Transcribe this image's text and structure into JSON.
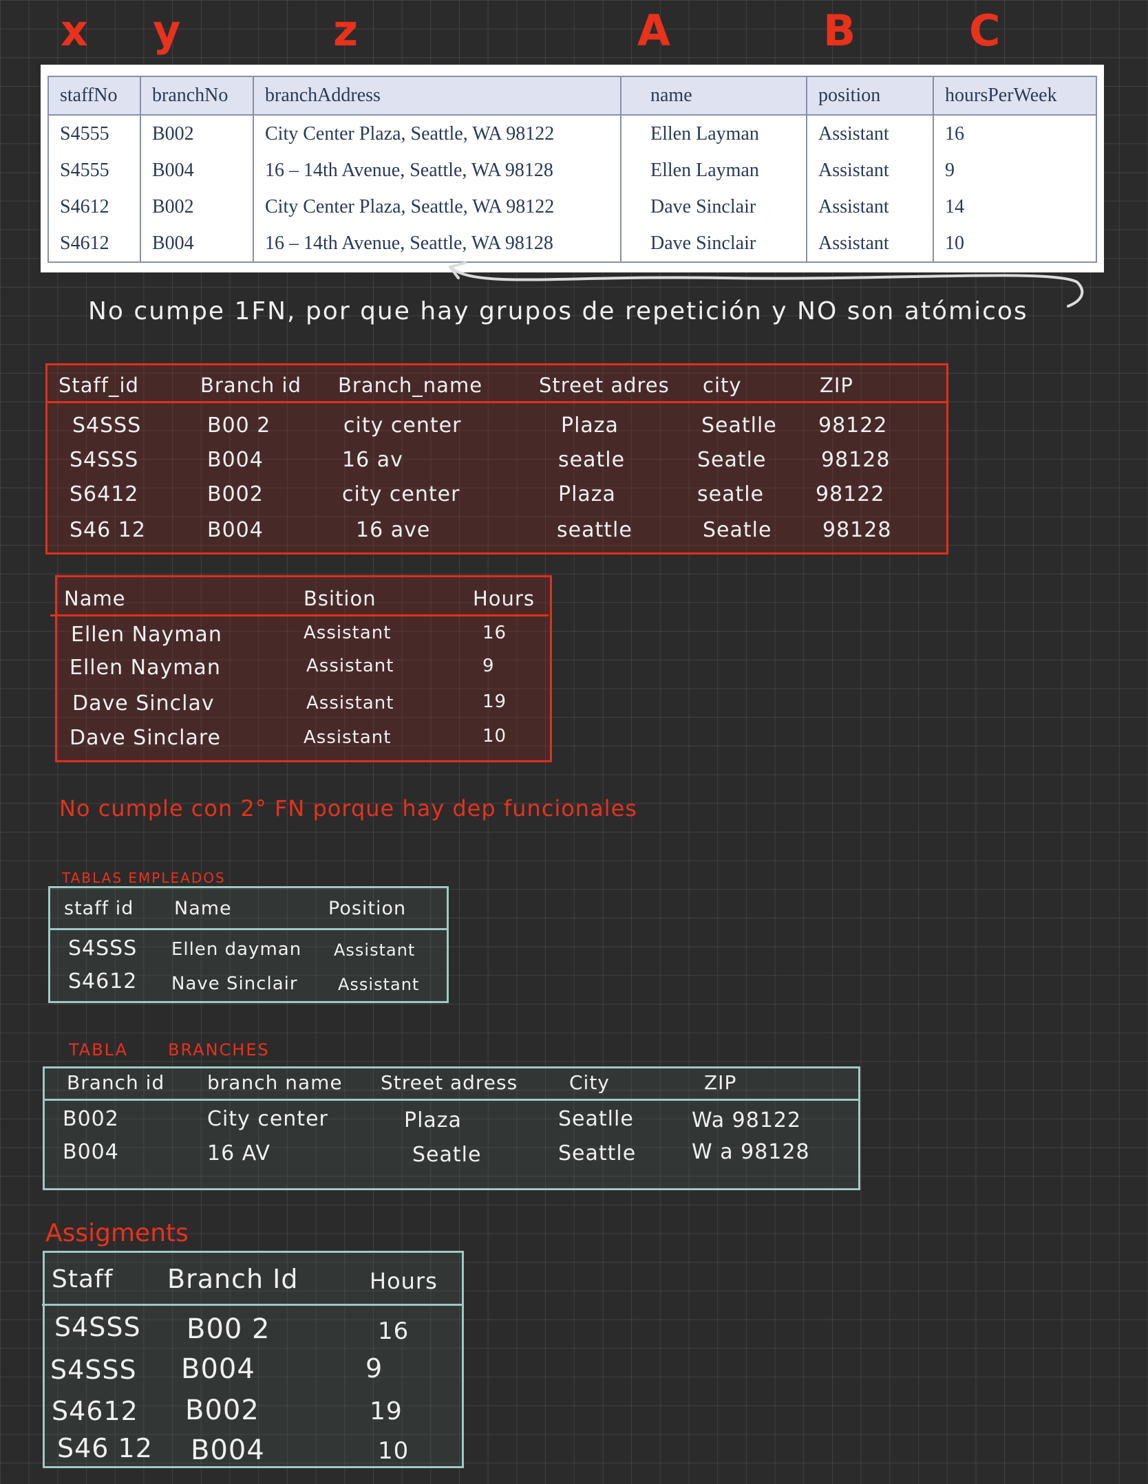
{
  "column_letters": [
    "x",
    "y",
    "z",
    "A",
    "B",
    "C"
  ],
  "printed_table": {
    "headers": [
      "staffNo",
      "branchNo",
      "branchAddress",
      "name",
      "position",
      "hoursPerWeek"
    ],
    "rows": [
      [
        "S4555",
        "B002",
        "City Center Plaza, Seattle, WA 98122",
        "Ellen Layman",
        "Assistant",
        "16"
      ],
      [
        "S4555",
        "B004",
        "16 – 14th Avenue, Seattle, WA 98128",
        "Ellen Layman",
        "Assistant",
        "9"
      ],
      [
        "S4612",
        "B002",
        "City Center Plaza, Seattle, WA 98122",
        "Dave Sinclair",
        "Assistant",
        "14"
      ],
      [
        "S4612",
        "B004",
        "16 – 14th Avenue, Seattle, WA 98128",
        "Dave Sinclair",
        "Assistant",
        "10"
      ]
    ]
  },
  "note_1fn": "No cumpe 1FN, por que hay grupos de repetición y NO son atómicos",
  "table_1nf_a": {
    "headers": [
      "Staff_id",
      "Branch id",
      "Branch_name",
      "Street adres",
      "city",
      "ZIP"
    ],
    "rows": [
      [
        "S4SSS",
        "B00 2",
        "city center",
        "Plaza",
        "Seatlle",
        "98122"
      ],
      [
        "S4SSS",
        "B004",
        "16 av",
        "seatle",
        "Seatle",
        "98128"
      ],
      [
        "S6412",
        "B002",
        "city center",
        "Plaza",
        "seatle",
        "98122"
      ],
      [
        "S46 12",
        "B004",
        "16 ave",
        "seattle",
        "Seatle",
        "98128"
      ]
    ]
  },
  "table_1nf_b": {
    "headers": [
      "Name",
      "Bsition",
      "Hours"
    ],
    "rows": [
      [
        "Ellen Nayman",
        "Assistant",
        "16"
      ],
      [
        "Ellen Nayman",
        "Assistant",
        "9"
      ],
      [
        "Dave Sinclav",
        "Assistant",
        "19"
      ],
      [
        "Dave Sinclare",
        "Assistant",
        "10"
      ]
    ]
  },
  "note_2fn": "No cumple con 2° FN porque hay dep funcionales",
  "employees": {
    "title": "TABLAS EMPLEADOS",
    "headers": [
      "staff id",
      "Name",
      "Position"
    ],
    "rows": [
      [
        "S4SSS",
        "Ellen dayman",
        "Assistant"
      ],
      [
        "S4612",
        "Nave Sinclair",
        "Assistant"
      ]
    ]
  },
  "branches": {
    "title_a": "TABLA",
    "title_b": "BRANCHES",
    "headers": [
      "Branch id",
      "branch name",
      "Street adress",
      "City",
      "ZIP"
    ],
    "rows": [
      [
        "B002",
        "City center",
        "Plaza",
        "Seatlle",
        "Wa 98122"
      ],
      [
        "B004",
        "16 AV",
        "Seatle",
        "Seattle",
        "W a 98128"
      ]
    ]
  },
  "assignments": {
    "title": "Assigments",
    "headers": [
      "Staff",
      "Branch Id",
      "Hours"
    ],
    "rows": [
      [
        "S4SSS",
        "B00 2",
        "16"
      ],
      [
        "S4SSS",
        "B004",
        "9"
      ],
      [
        "S4612",
        "B002",
        "19"
      ],
      [
        "S46 12",
        "B004",
        "10"
      ]
    ]
  }
}
